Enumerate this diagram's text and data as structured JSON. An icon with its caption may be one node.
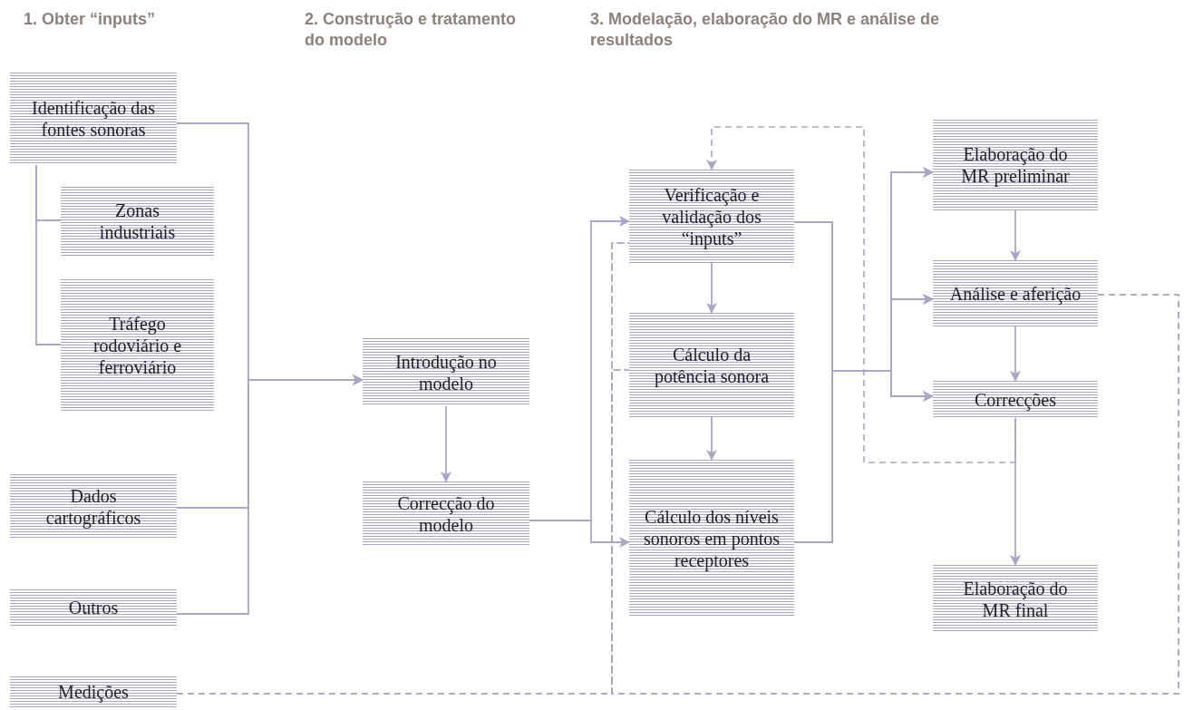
{
  "diagram": {
    "nodes": [
      {
        "text": [
          "Identificação das fontes sonoras"
        ]
      },
      {
        "text": [
          "Zonas industriais"
        ]
      },
      {
        "text": [
          "Tráfego rodoviário e ferroviário"
        ]
      },
      {
        "text": [
          "Dados cartográficos"
        ]
      },
      {
        "text": [
          "Outros"
        ]
      },
      {
        "text": [
          "Medições"
        ]
      },
      {
        "text": [
          "Introdução no modelo"
        ]
      },
      {
        "text": [
          "Correcção do modelo"
        ]
      },
      {
        "text": [
          "Verificação e validação dos “inputs”"
        ]
      },
      {
        "text": [
          "Cálculo da potência sonora"
        ]
      },
      {
        "text": [
          "Cálculo dos níveis sonoros em pontos receptores"
        ]
      },
      {
        "text": [
          "Elaboração do MR preliminar"
        ]
      },
      {
        "text": [
          "Análise e aferição"
        ]
      },
      {
        "text": [
          "Correcções"
        ]
      },
      {
        "text": [
          "Elaboração do MR final"
        ]
      }
    ],
    "edges": [
      {
        "from": 0,
        "to": 1,
        "arrow": "none"
      },
      {
        "from": 0,
        "to": 2,
        "arrow": "none"
      },
      {
        "from": 0,
        "to": 6,
        "arrow": "to"
      },
      {
        "from": 3,
        "to": 6,
        "arrow": "to"
      },
      {
        "from": 4,
        "to": 6,
        "arrow": "to"
      },
      {
        "from": 6,
        "to": 7,
        "arrow": "to"
      },
      {
        "from": 7,
        "to": 8,
        "arrow": "to"
      },
      {
        "from": 7,
        "to": 10,
        "arrow": "to"
      },
      {
        "from": 8,
        "to": 9,
        "arrow": "to"
      },
      {
        "from": 9,
        "to": 10,
        "arrow": "to"
      },
      {
        "from": 8,
        "to": 11,
        "arrow": "to"
      },
      {
        "from": 8,
        "to": 12,
        "arrow": "to"
      },
      {
        "from": 8,
        "to": 13,
        "arrow": "to"
      },
      {
        "from": 10,
        "to": 11,
        "arrow": "to"
      },
      {
        "from": 10,
        "to": 12,
        "arrow": "to"
      },
      {
        "from": 10,
        "to": 13,
        "arrow": "to"
      },
      {
        "from": 11,
        "to": 12,
        "arrow": "to"
      },
      {
        "from": 12,
        "to": 13,
        "arrow": "to"
      },
      {
        "from": 13,
        "to": 14,
        "arrow": "to"
      },
      {
        "from": 13,
        "to": 8,
        "arrow": "to",
        "style": "dashed"
      },
      {
        "from": 12,
        "to": 8,
        "arrow": "none",
        "style": "dashed"
      },
      {
        "from": 12,
        "to": 9,
        "arrow": "none",
        "style": "dashed"
      },
      {
        "from": 5,
        "to": 8,
        "arrow": "none",
        "style": "dashed"
      },
      {
        "from": 5,
        "to": 9,
        "arrow": "none",
        "style": "dashed"
      }
    ],
    "labels": [
      "1. Obter “inputs”",
      "2. Construção e tratamento do modelo",
      "3. Modelação, elaboração do MR e análise de resultados"
    ]
  }
}
